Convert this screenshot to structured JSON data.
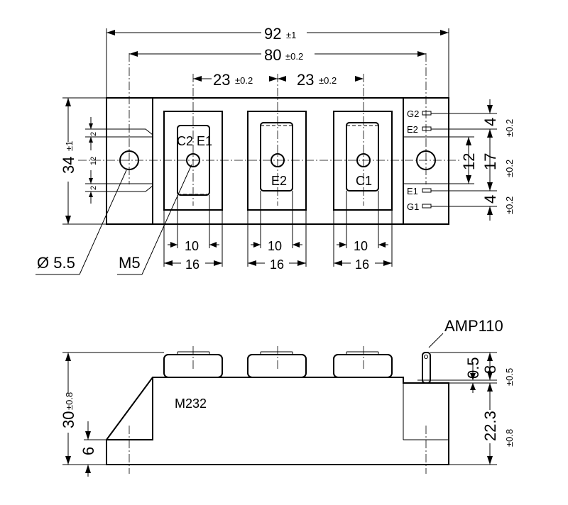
{
  "top_view": {
    "dim_overall_length": "92",
    "dim_overall_length_tol": "±1",
    "dim_mount_spacing": "80",
    "dim_mount_spacing_tol": "±0.2",
    "dim_terminal_pitch_1": "23",
    "dim_terminal_pitch_1_tol": "±0.2",
    "dim_terminal_pitch_2": "23",
    "dim_terminal_pitch_2_tol": "±0.2",
    "dim_width": "34",
    "dim_width_tol": "±1",
    "dim_left_2_top": "2",
    "dim_left_12": "12",
    "dim_left_2_bottom": "2",
    "dim_right_4_top": "4",
    "dim_right_4_top_tol": "±0.2",
    "dim_right_17": "17",
    "dim_right_17_tol": "±0.2",
    "dim_right_12": "12",
    "dim_right_4_bottom": "4",
    "dim_right_4_bottom_tol": "±0.2",
    "dim_hole_diameter": "Ø 5.5",
    "dim_screw": "M5",
    "terminal_inner_widths": [
      "10",
      "10",
      "10"
    ],
    "terminal_outer_widths": [
      "16",
      "16",
      "16"
    ],
    "terminal_labels": [
      "C2 E1",
      "E2",
      "C1"
    ],
    "aux_pins": [
      "G2",
      "E2",
      "E1",
      "G1"
    ]
  },
  "side_view": {
    "connector_label": "AMP110",
    "part_label": "M232",
    "dim_height": "30",
    "dim_height_tol": "±0.8",
    "dim_base_height": "6",
    "dim_pin_offset": "0.5",
    "dim_pin_height": "8",
    "dim_pin_height_tol": "±0.5",
    "dim_body_height": "22.3",
    "dim_body_height_tol": "±0.8"
  }
}
